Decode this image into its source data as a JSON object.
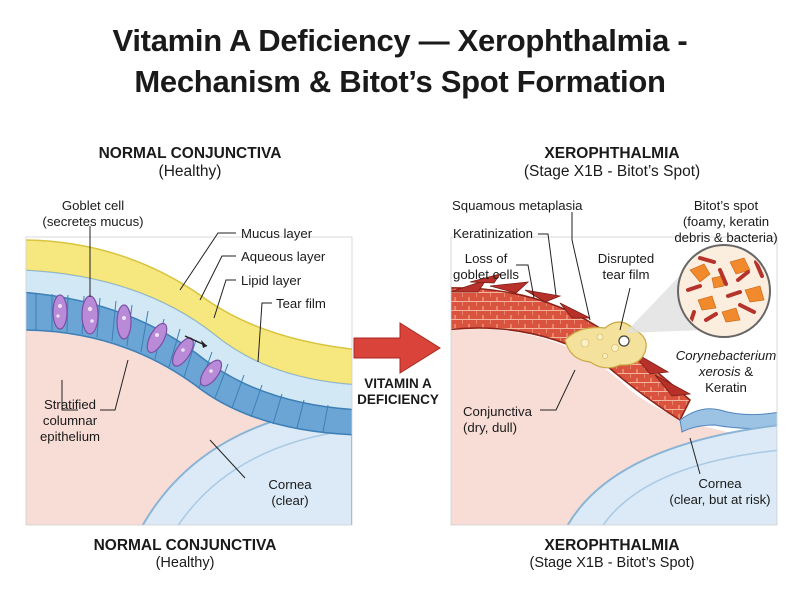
{
  "title": {
    "line1": "Vitamin A Deficiency — Xerophthalmia -",
    "line2": "Mechanism & Bitot’s Spot Formation"
  },
  "left_panel": {
    "top_title": "NORMAL CONJUNCTIVA",
    "top_subtitle": "(Healthy)",
    "bottom_title": "NORMAL CONJUNCTIVA",
    "bottom_subtitle": "(Healthy)",
    "labels": {
      "goblet_cell": [
        "Goblet cell",
        "(secretes mucus)"
      ],
      "mucus_layer": "Mucus layer",
      "aqueous_layer": "Aqueous layer",
      "lipid_layer": "Lipid layer",
      "tear_film": "Tear film",
      "epithelium": [
        "Stratified",
        "columnar",
        "epithelium"
      ],
      "cornea": [
        "Cornea",
        "(clear)"
      ]
    }
  },
  "center_arrow": {
    "label": [
      "VITAMIN A",
      "DEFICIENCY"
    ],
    "color": "#d9423a"
  },
  "right_panel": {
    "top_title": "XEROPHTHALMIA",
    "top_subtitle": "(Stage X1B - Bitot’s Spot)",
    "bottom_title": "XEROPHTHALMIA",
    "bottom_subtitle": "(Stage X1B - Bitot’s Spot)",
    "labels": {
      "squamous": "Squamous metaplasia",
      "keratinization": "Keratinization",
      "loss_goblet": [
        "Loss of",
        "goblet cells"
      ],
      "disrupted": [
        "Disrupted",
        "tear film"
      ],
      "bitots_spot": [
        "Bitot’s spot",
        "(foamy, keratin",
        "debris & bacteria)"
      ],
      "bacteria": [
        "Corynebacterium",
        "xerosis",
        " &",
        "Keratin"
      ],
      "conjunctiva": [
        "Conjunctiva",
        "(dry, dull)"
      ],
      "cornea": [
        "Cornea",
        "(clear, but at risk)"
      ]
    }
  },
  "colors": {
    "tear_yellow": "#f4e57a",
    "aqueous_blue": "#cfe6f3",
    "epithelium_blue": "#6fa8d6",
    "goblet_purple": "#b78ad6",
    "stroma_pink": "#f7dcd6",
    "cornea_blue": "#dbeaf5",
    "keratin_red": "#c0392b",
    "bitot_yellow": "#f3e3a0"
  }
}
